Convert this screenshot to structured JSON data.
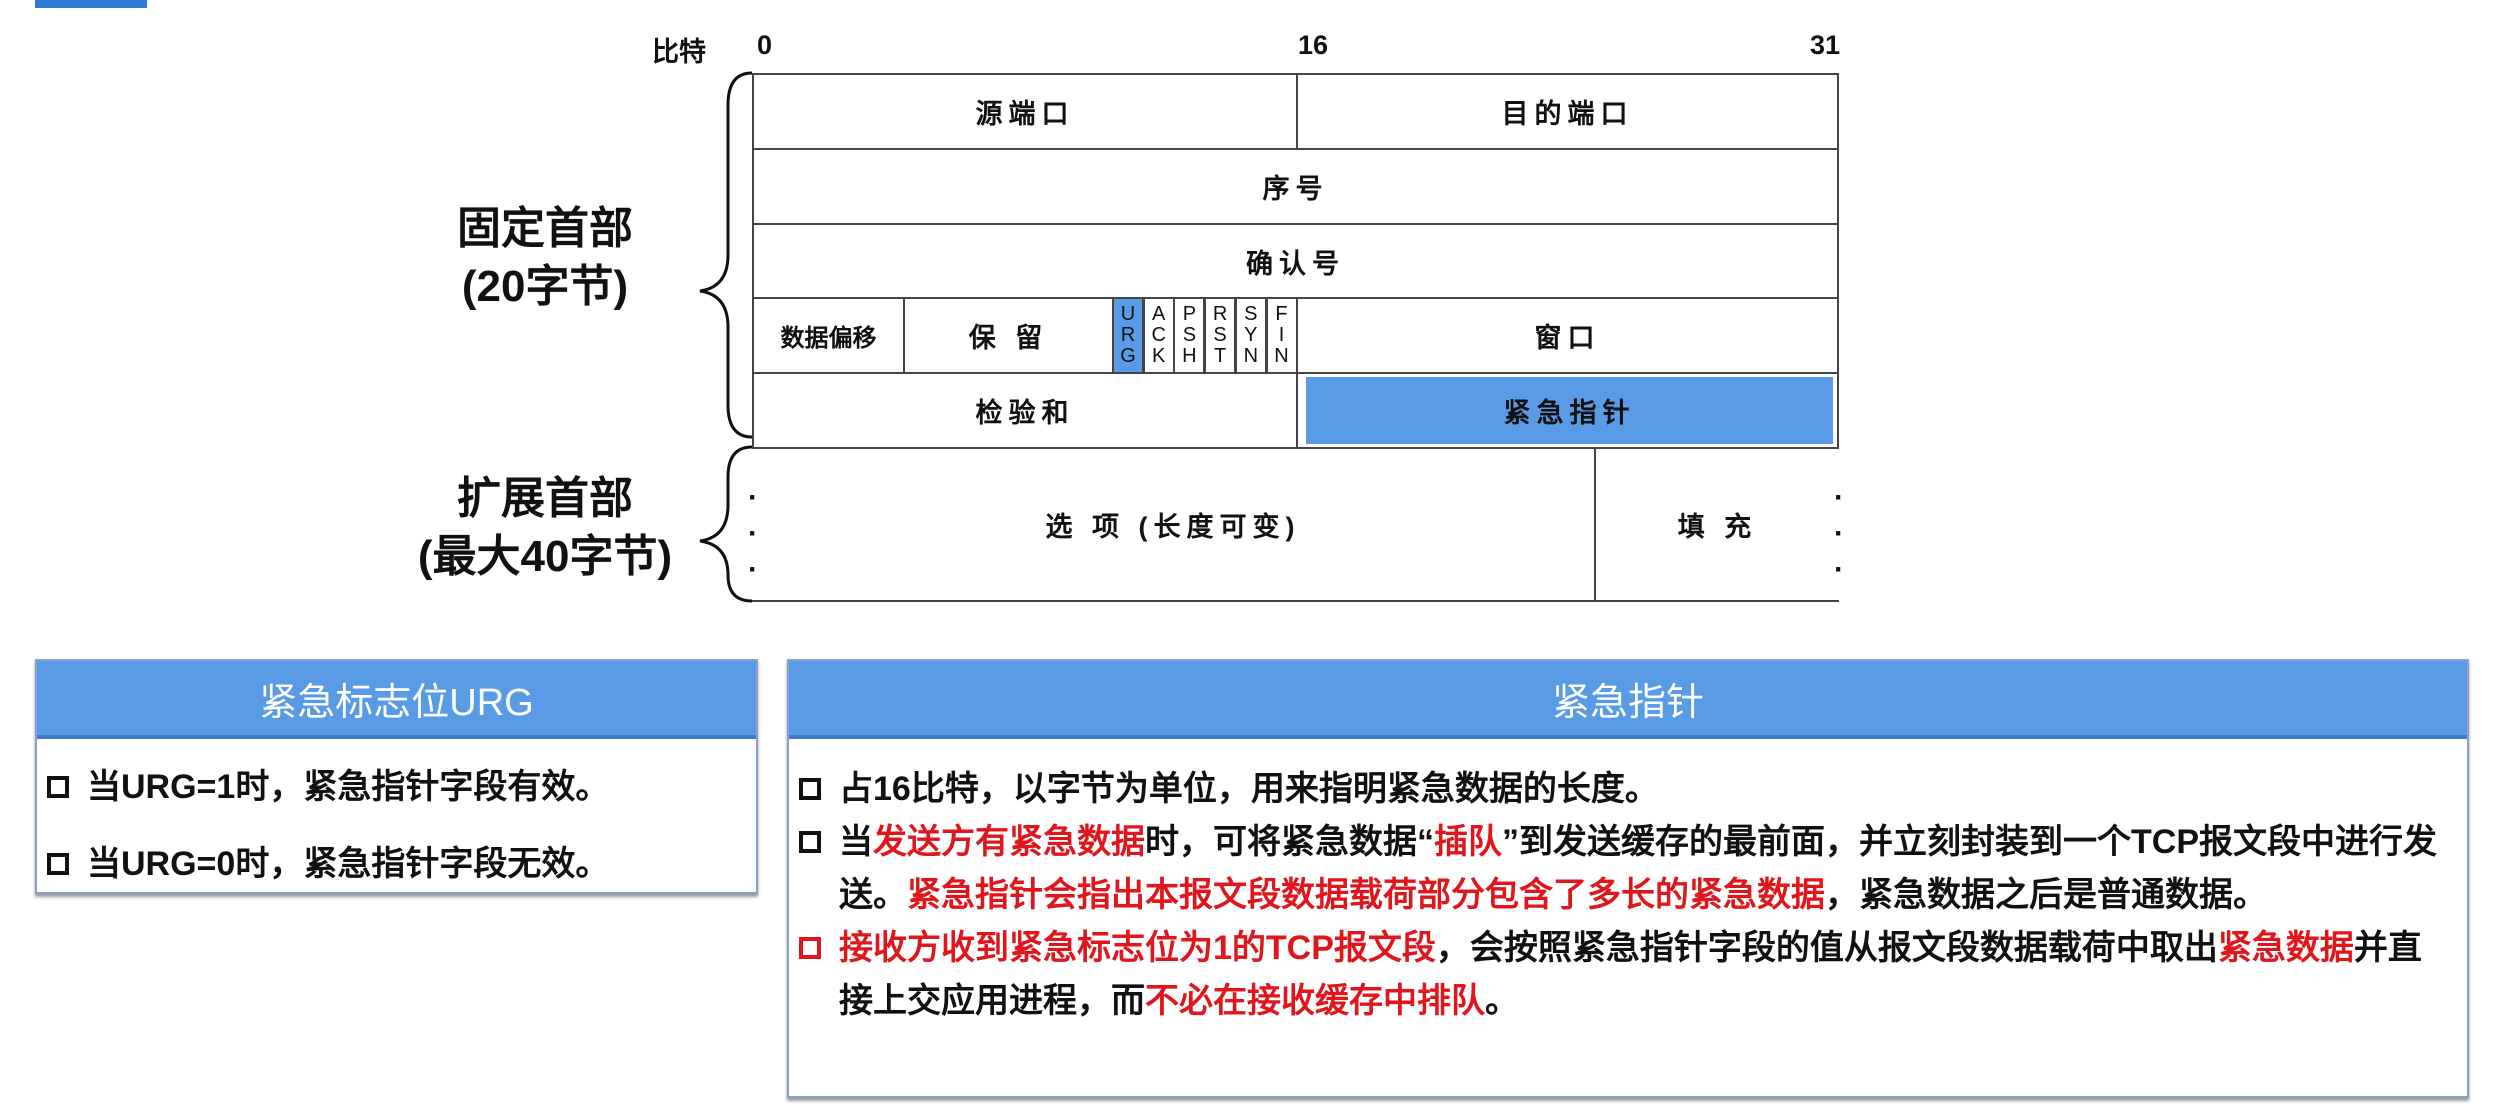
{
  "bits": {
    "label": "比特",
    "b0": "0",
    "b16": "16",
    "b31": "31"
  },
  "side": {
    "fixed_line1": "固定首部",
    "fixed_line2": "(20字节)",
    "ext_line1": "扩展首部",
    "ext_line2": "(最大40字节)"
  },
  "fields": {
    "src_port": "源端口",
    "dst_port": "目的端口",
    "seq": "序号",
    "ack": "确认号",
    "offset": "数据偏移",
    "reserved": "保 留",
    "window": "窗口",
    "checksum": "检验和",
    "urgent_ptr": "紧急指针",
    "options": "选 项 (长度可变)",
    "padding": "填 充"
  },
  "flags": [
    [
      "U",
      "R",
      "G"
    ],
    [
      "A",
      "C",
      "K"
    ],
    [
      "P",
      "S",
      "H"
    ],
    [
      "R",
      "S",
      "T"
    ],
    [
      "S",
      "Y",
      "N"
    ],
    [
      "F",
      "I",
      "N"
    ]
  ],
  "left_box": {
    "title": "紧急标志位URG",
    "items": [
      "当URG=1时，紧急指针字段有效。",
      "当URG=0时，紧急指针字段无效。"
    ]
  },
  "right_box": {
    "title": "紧急指针",
    "item1": "占16比特，以字节为单位，用来指明紧急数据的长度。",
    "item2": {
      "a": "当",
      "b": "发送方有紧急数据",
      "c": "时，可将紧急数据“",
      "d": "插队",
      "e": "”到发送缓存的最前面，并立刻封装到一个TCP报文段中进行发送。",
      "f": "紧急指针会指出本报文段数据载荷部分包含了多长的紧急数据",
      "g": "，紧急数据之后是普通数据。"
    },
    "item3": {
      "a": "接收方收到紧急标志位为1的TCP报文段",
      "b": "，会按照紧急指针字段的值从报文段数据载荷中取出",
      "c": "紧急数据",
      "d": "并直接上交应用进程，而",
      "e": "不必在接收缓存中排队",
      "f": "。"
    }
  },
  "colors": {
    "accent": "#5a9be6",
    "emphasis": "#e0161c"
  }
}
